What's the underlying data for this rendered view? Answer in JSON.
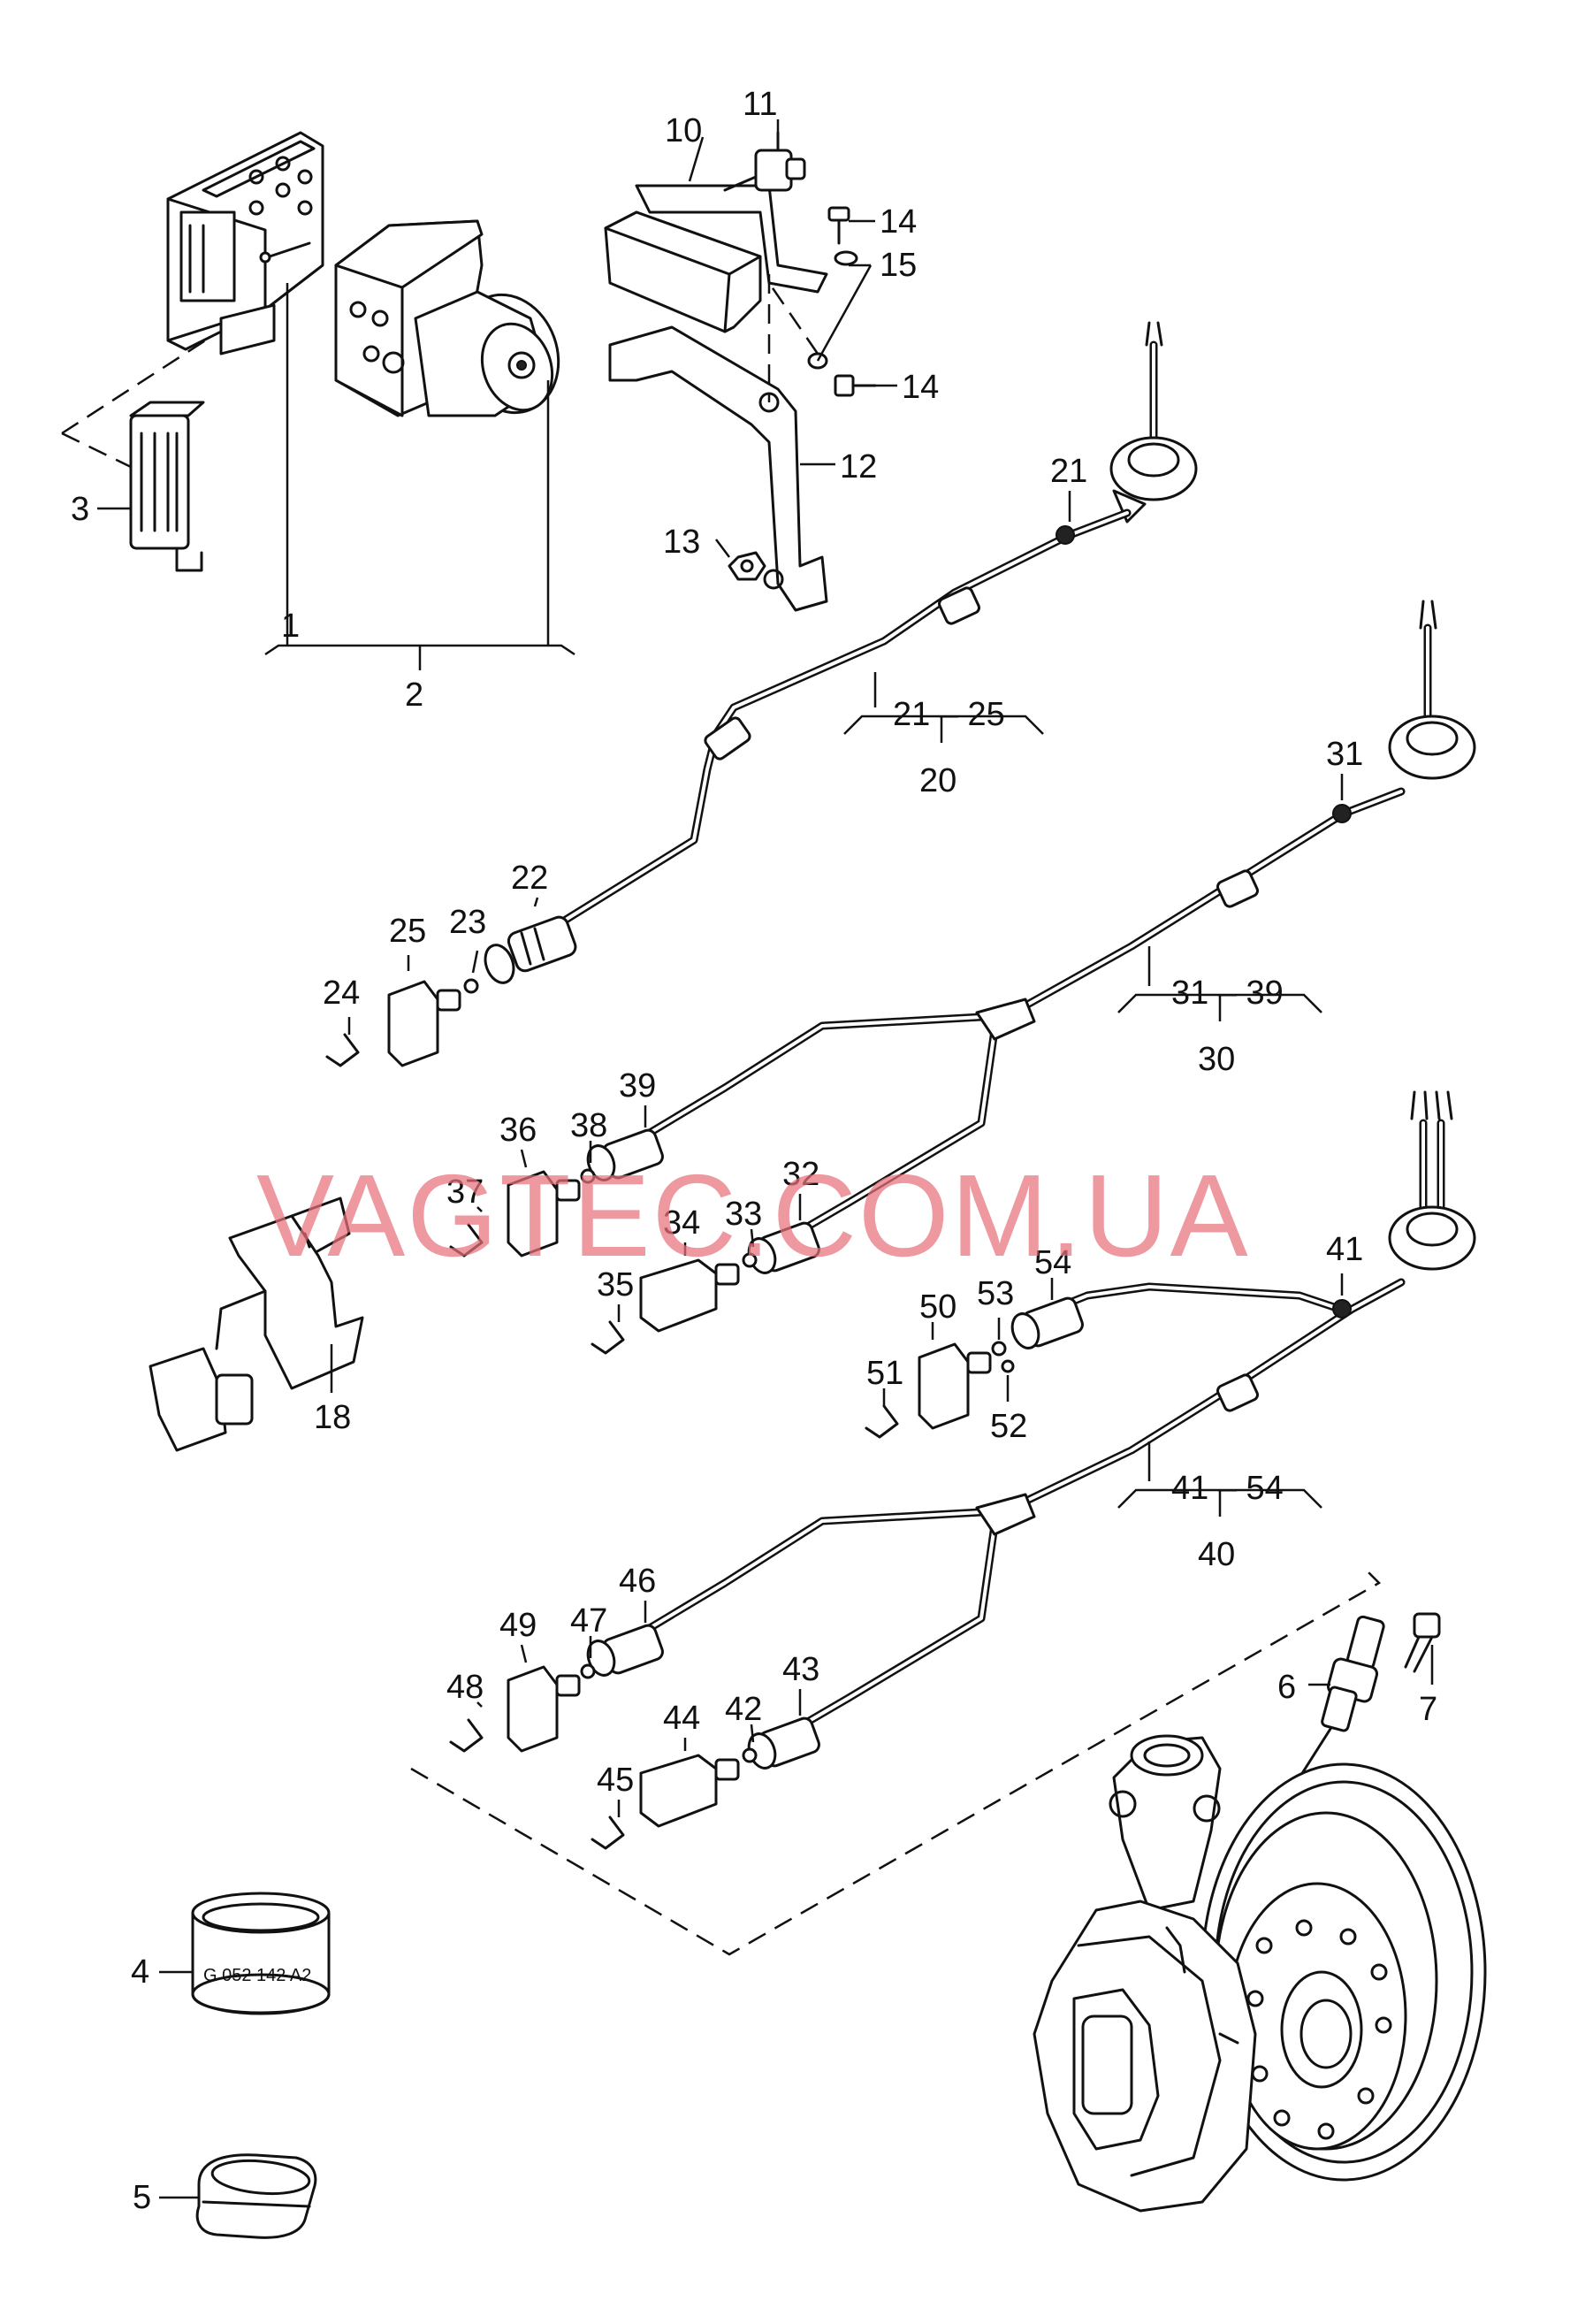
{
  "watermark": "VAGTEC.COM.UA",
  "colors": {
    "line": "#111111",
    "background": "#ffffff",
    "watermark": "#e8707b"
  },
  "marking": "G 052 142 A2",
  "labels": {
    "n1": "1",
    "n2": "2",
    "n3": "3",
    "n4": "4",
    "n5": "5",
    "n6": "6",
    "n7": "7",
    "n10": "10",
    "n11": "11",
    "n12": "12",
    "n13": "13",
    "n14a": "14",
    "n14b": "14",
    "n15": "15",
    "n18": "18",
    "n20": "20",
    "r21_25": "21 – 25",
    "n21": "21",
    "n22": "22",
    "n23": "23",
    "n24": "24",
    "n25": "25",
    "n30": "30",
    "r31_39": "31 – 39",
    "n31": "31",
    "n32": "32",
    "n33": "33",
    "n34": "34",
    "n35": "35",
    "n36": "36",
    "n37": "37",
    "n38": "38",
    "n39": "39",
    "n40": "40",
    "r41_54": "41 – 54",
    "n41": "41",
    "n42": "42",
    "n43": "43",
    "n44": "44",
    "n45": "45",
    "n46": "46",
    "n47": "47",
    "n48": "48",
    "n49": "49",
    "n50": "50",
    "n51": "51",
    "n52": "52",
    "n53": "53",
    "n54": "54"
  }
}
